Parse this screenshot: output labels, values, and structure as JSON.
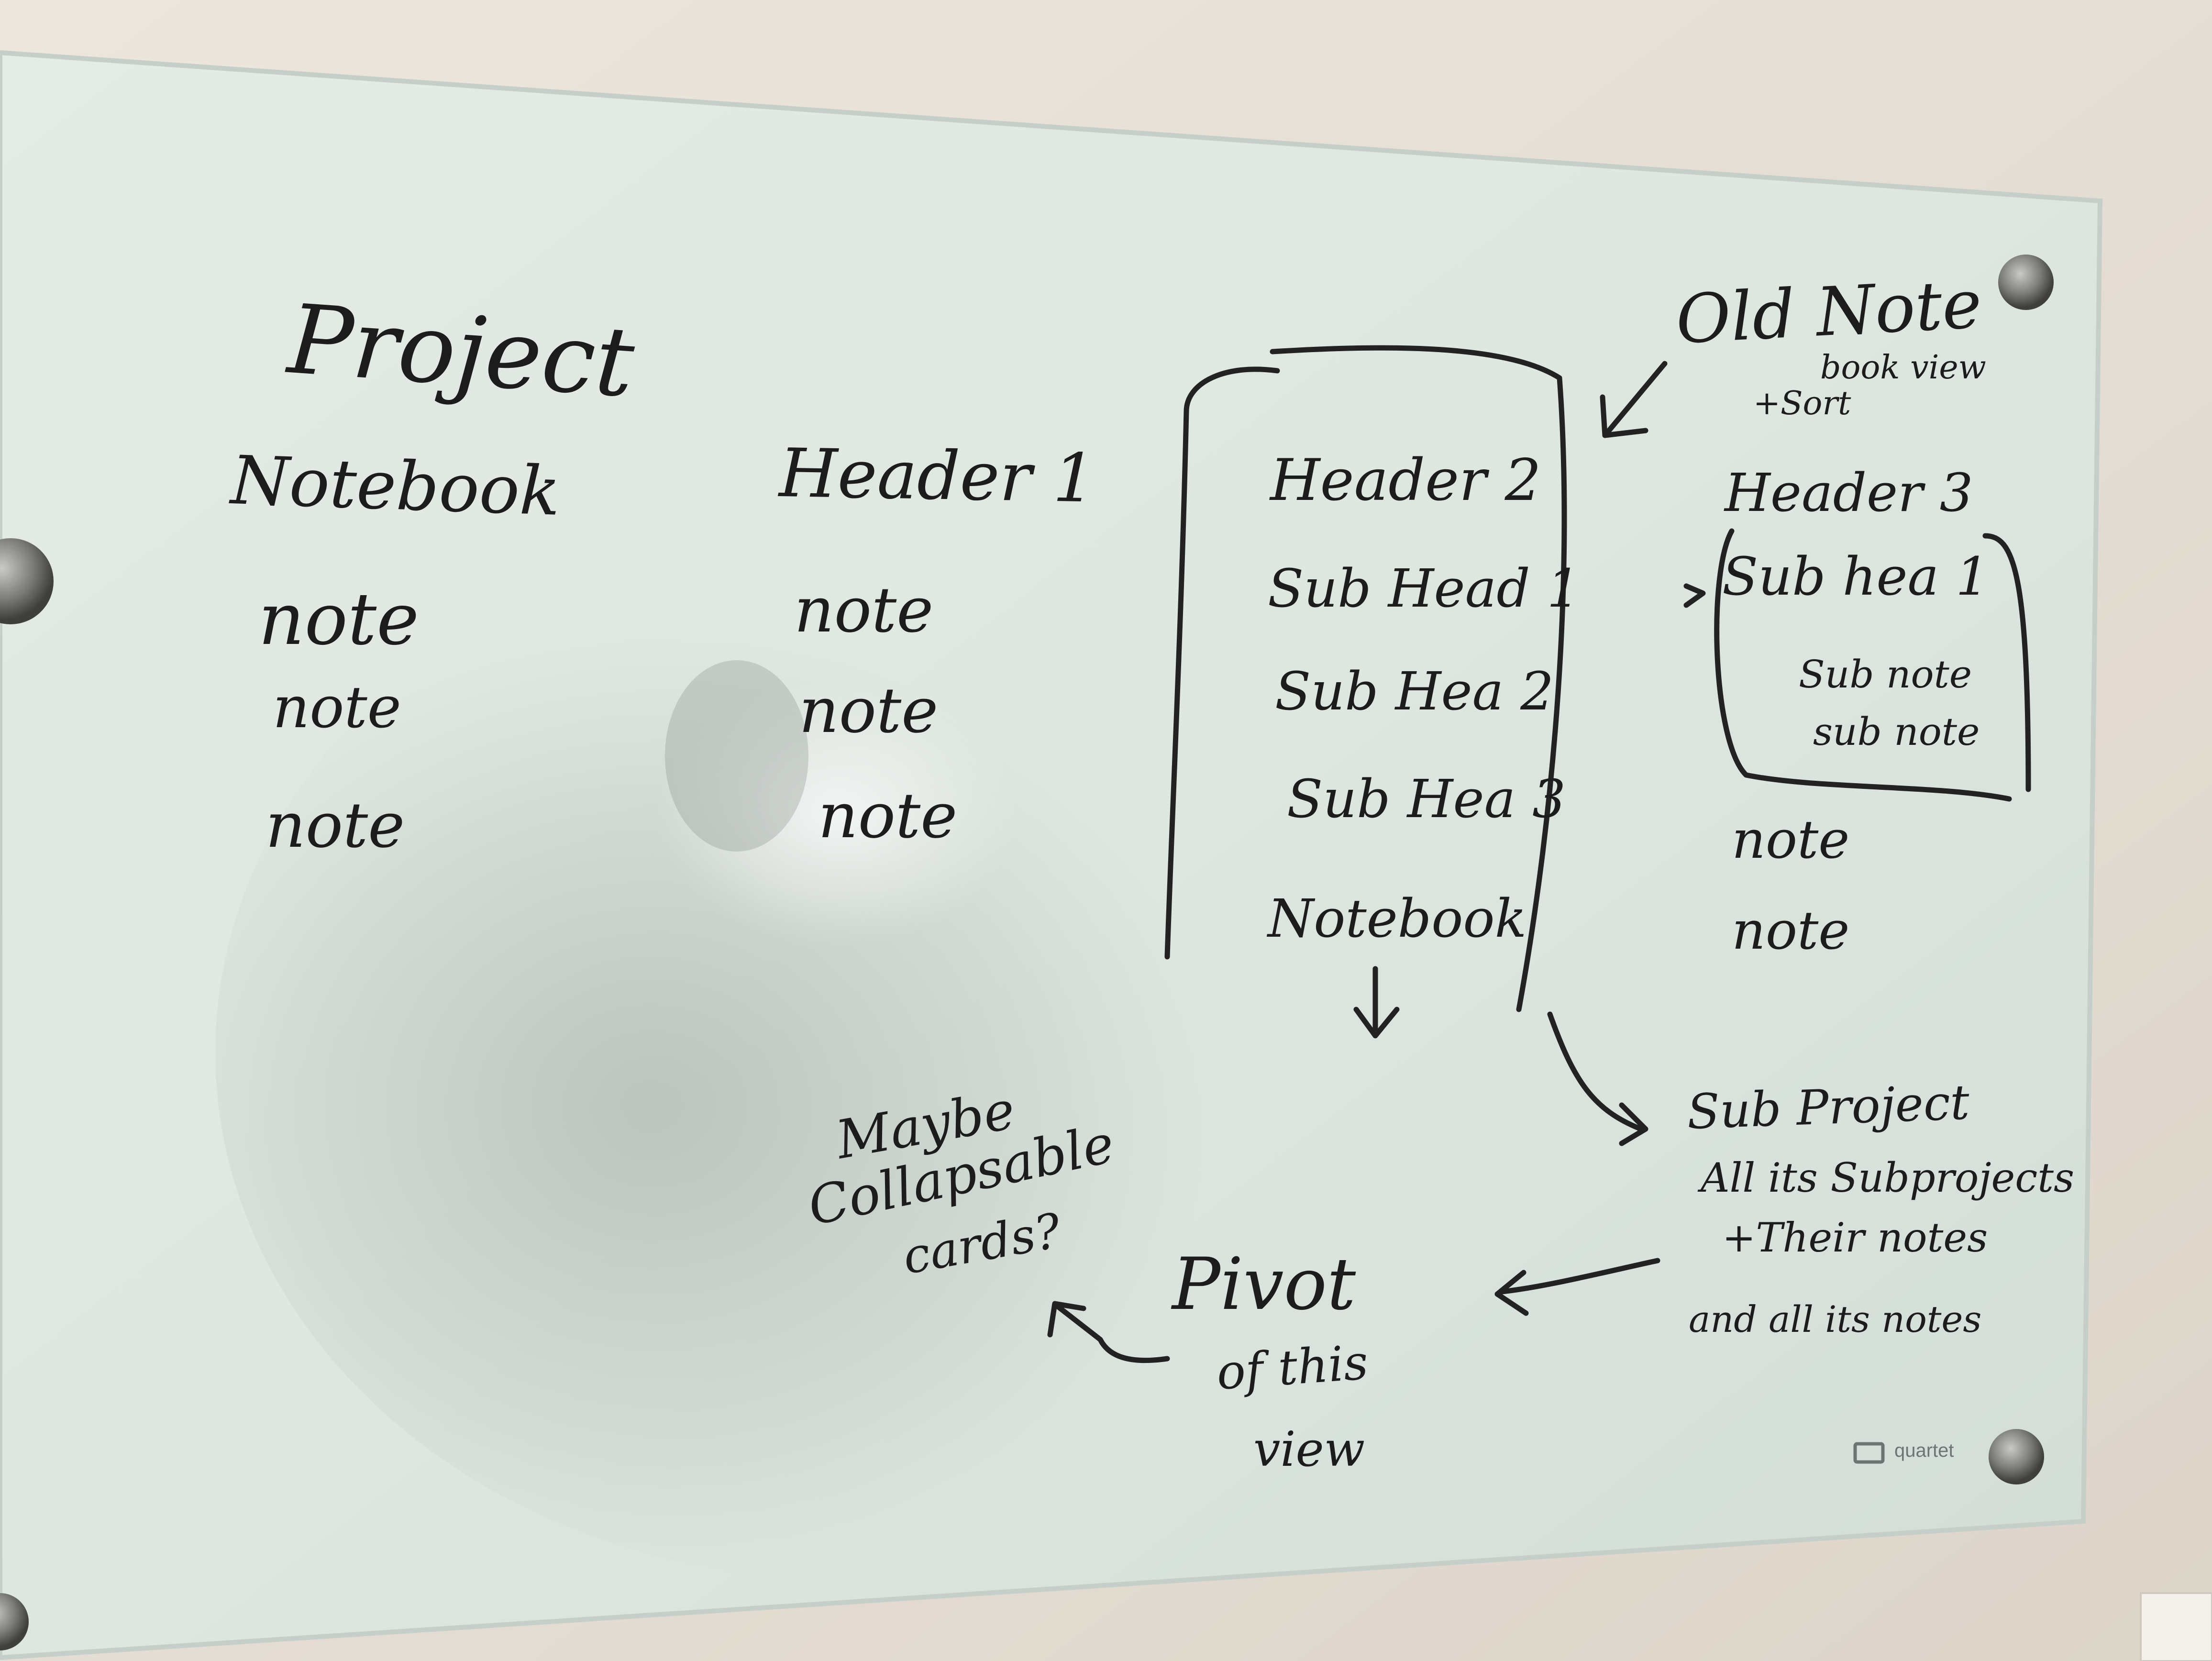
{
  "col1": {
    "title": "Project",
    "header": "Notebook",
    "items": [
      "note",
      "note",
      "note"
    ]
  },
  "col2": {
    "header": "Header 1",
    "items": [
      "note",
      "note",
      "note"
    ]
  },
  "col3": {
    "header": "Header 2",
    "items": [
      "Sub Head 1",
      "Sub Hea 2",
      "Sub Hea 3",
      "Notebook"
    ],
    "arrow_down": "↓"
  },
  "callout_old": [
    "Old Note",
    "book view",
    "+Sort"
  ],
  "col4": {
    "header": "Header 3",
    "sub_header": "Sub hea 1",
    "sub_notes": [
      "Sub note",
      "sub note"
    ],
    "items": [
      "note",
      "note"
    ]
  },
  "subproject_note": [
    "Sub Project",
    "All its Subprojects",
    "+Their notes",
    "and all its notes"
  ],
  "pivot_note": [
    "Pivot",
    "of this",
    "view"
  ],
  "maybe_note": [
    "Maybe",
    "Collapsable",
    "cards?"
  ],
  "brand": {
    "logo": "quartet"
  },
  "colors": {
    "ink": "#1c1c1c",
    "wall": "#e9e4dc",
    "glass": "#dfe6e0"
  }
}
